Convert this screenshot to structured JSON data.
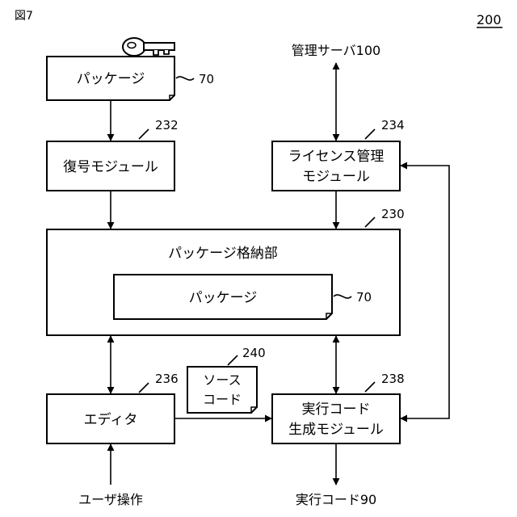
{
  "figure_label": "図7",
  "system_ref": "200",
  "top_inputs": {
    "management_server": "管理サーバ100"
  },
  "blocks": {
    "package_top": {
      "label": "パッケージ",
      "ref": "70"
    },
    "decrypt_module": {
      "label": "復号モジュール",
      "ref": "232"
    },
    "license_module": {
      "line1": "ライセンス管理",
      "line2": "モジュール",
      "ref": "234"
    },
    "package_store": {
      "label": "パッケージ格納部",
      "ref": "230"
    },
    "package_inner": {
      "label": "パッケージ",
      "ref": "70"
    },
    "source_code": {
      "line1": "ソース",
      "line2": "コード",
      "ref": "240"
    },
    "editor": {
      "label": "エディタ",
      "ref": "236"
    },
    "exec_gen_module": {
      "line1": "実行コード",
      "line2": "生成モジュール",
      "ref": "238"
    }
  },
  "bottom_labels": {
    "user_operation": "ユーザ操作",
    "exec_code": "実行コード90"
  },
  "icons": [
    "key-icon"
  ]
}
